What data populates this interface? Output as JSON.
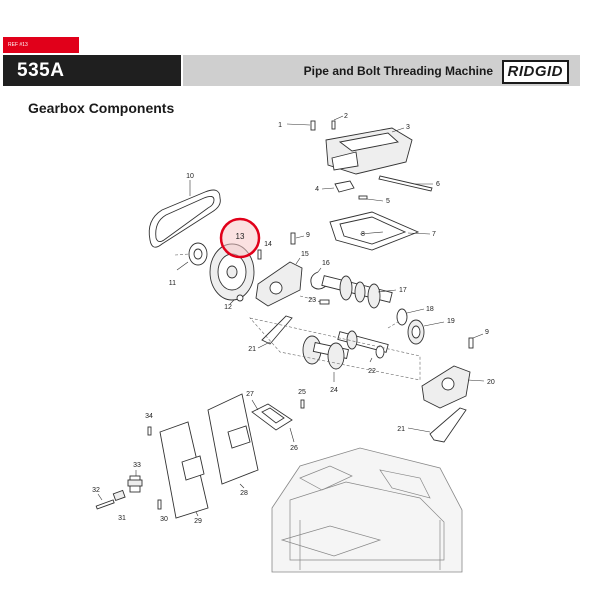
{
  "ref_tab": "REF #13",
  "header": {
    "model": "535A",
    "title": "Pipe and Bolt Threading Machine",
    "brand": "RIDGID"
  },
  "section_title": "Gearbox Components",
  "highlight": {
    "label": "13",
    "color": "#e1001a"
  },
  "callouts": [
    "1",
    "2",
    "3",
    "4",
    "5",
    "6",
    "7",
    "8",
    "9",
    "10",
    "11",
    "12",
    "13",
    "14",
    "15",
    "16",
    "17",
    "18",
    "19",
    "9",
    "20",
    "21",
    "22",
    "23",
    "24",
    "25",
    "26",
    "27",
    "21",
    "28",
    "29",
    "30",
    "31",
    "32",
    "33",
    "34"
  ],
  "colors": {
    "accent": "#e1001a",
    "header_dark": "#1f1f1f",
    "header_band": "#cfcfcf"
  }
}
